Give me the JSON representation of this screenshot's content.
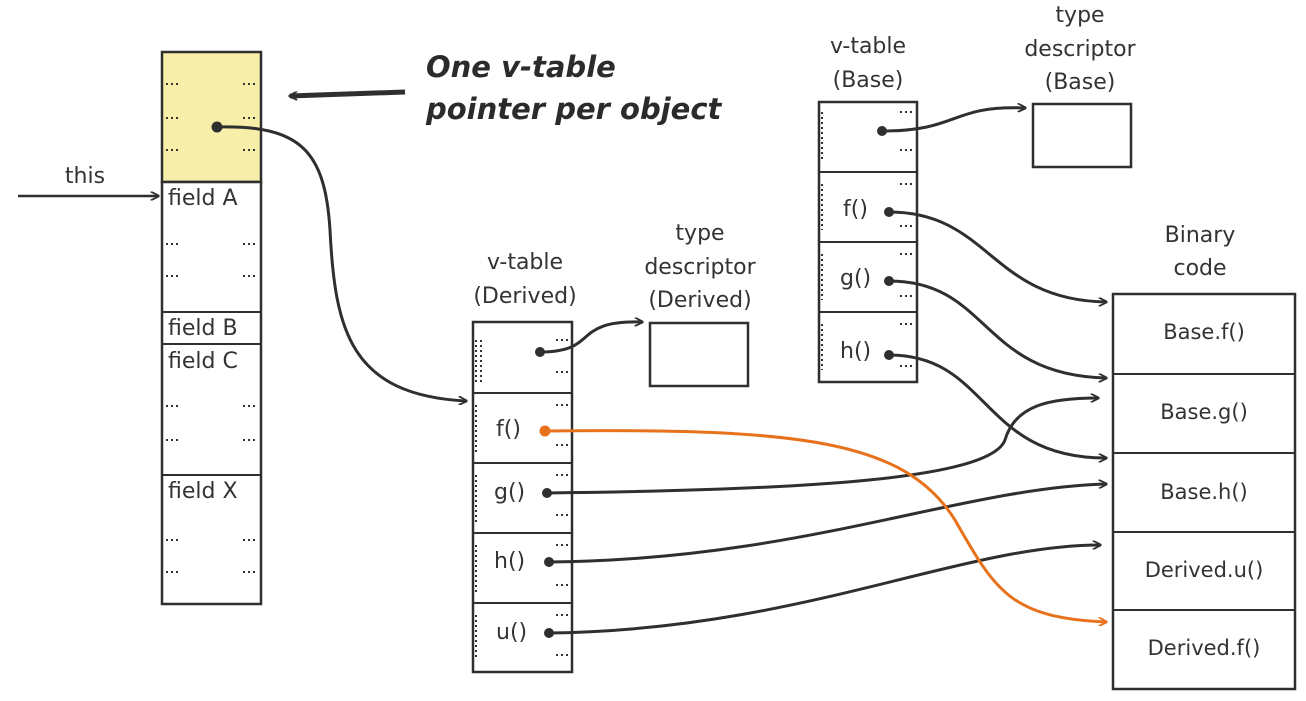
{
  "callout": {
    "line1": "One v-table",
    "line2": "pointer per object"
  },
  "object": {
    "this_label": "this",
    "fields": [
      "field A",
      "field B",
      "field C",
      "field X"
    ]
  },
  "vtable_derived": {
    "title_line1": "v-table",
    "title_line2": "(Derived)",
    "entries": [
      "f()",
      "g()",
      "h()",
      "u()"
    ],
    "type_descriptor": {
      "line1": "type",
      "line2": "descriptor",
      "line3": "(Derived)"
    }
  },
  "vtable_base": {
    "title_line1": "v-table",
    "title_line2": "(Base)",
    "entries": [
      "f()",
      "g()",
      "h()"
    ],
    "type_descriptor": {
      "line1": "type",
      "line2": "descriptor",
      "line3": "(Base)"
    }
  },
  "binary_code": {
    "title_line1": "Binary",
    "title_line2": "code",
    "entries": [
      "Base.f()",
      "Base.g()",
      "Base.h()",
      "Derived.u()",
      "Derived.f()"
    ]
  },
  "colors": {
    "line": "#2f2f2f",
    "highlight_fill": "#f7eeaa",
    "override_arrow": "#e8721c"
  }
}
